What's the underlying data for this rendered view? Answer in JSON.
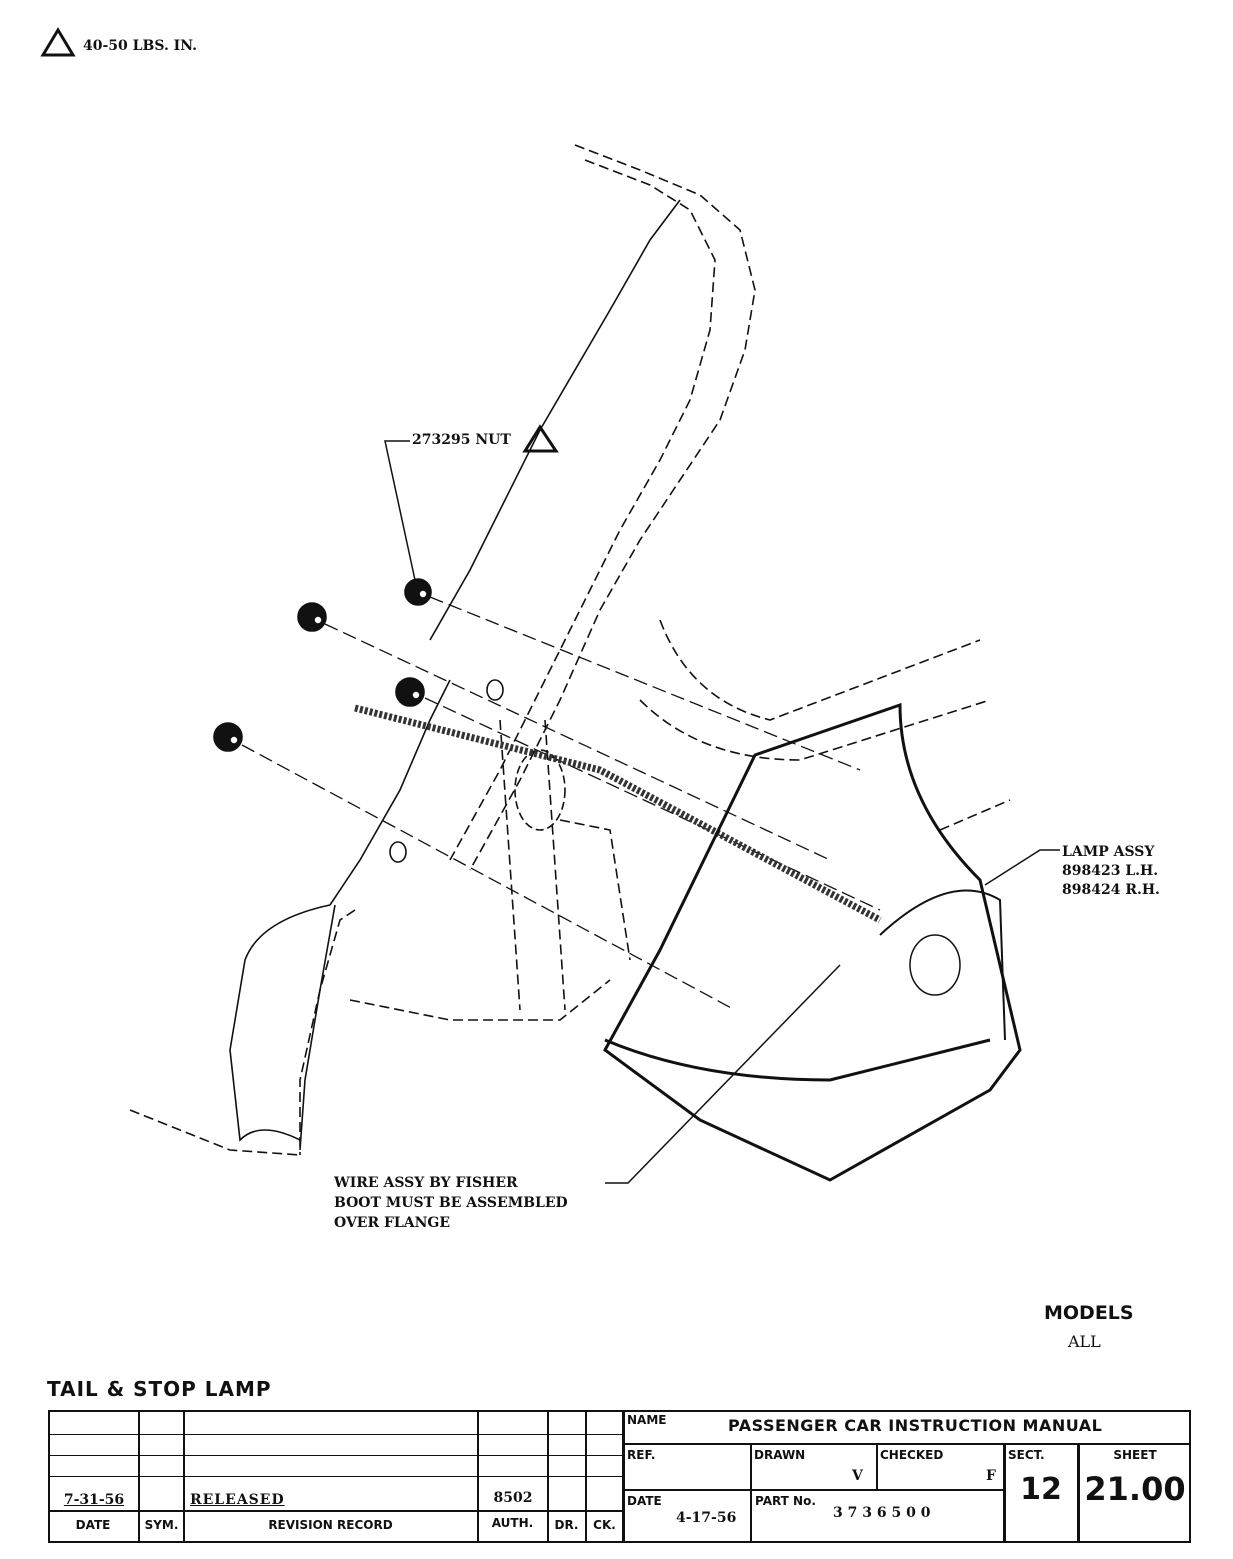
{
  "torque_note": {
    "symbol": "1",
    "text": "40-50 LBS. IN."
  },
  "callouts": {
    "nut": "273295 NUT",
    "nut_symbol": "1",
    "lamp_assy": [
      "LAMP ASSY",
      "898423 L.H.",
      "898424 R.H."
    ],
    "wire_assy": [
      "WIRE ASSY BY FISHER",
      "BOOT MUST BE ASSEMBLED",
      "OVER FLANGE"
    ]
  },
  "models": {
    "label": "MODELS",
    "value": "ALL"
  },
  "drawing_title": "TAIL & STOP LAMP",
  "revision_table": {
    "headers": {
      "date": "DATE",
      "sym": "SYM.",
      "record": "REVISION RECORD",
      "auth": "AUTH.",
      "dr": "DR.",
      "ck": "CK."
    },
    "rows": [
      {
        "date": "7-31-56",
        "sym": "",
        "record": "RELEASED",
        "auth": "8502",
        "dr": "",
        "ck": ""
      }
    ]
  },
  "title_block": {
    "name_label": "NAME",
    "name": "PASSENGER CAR INSTRUCTION MANUAL",
    "ref_label": "REF.",
    "drawn_label": "DRAWN",
    "drawn": "V",
    "checked_label": "CHECKED",
    "checked": "F",
    "sect_label": "SECT.",
    "sect": "12",
    "sheet_label": "SHEET",
    "sheet": "21.00",
    "date_label": "DATE",
    "date": "4-17-56",
    "part_label": "PART No.",
    "part": "3 7 3 6 5 0 0"
  }
}
